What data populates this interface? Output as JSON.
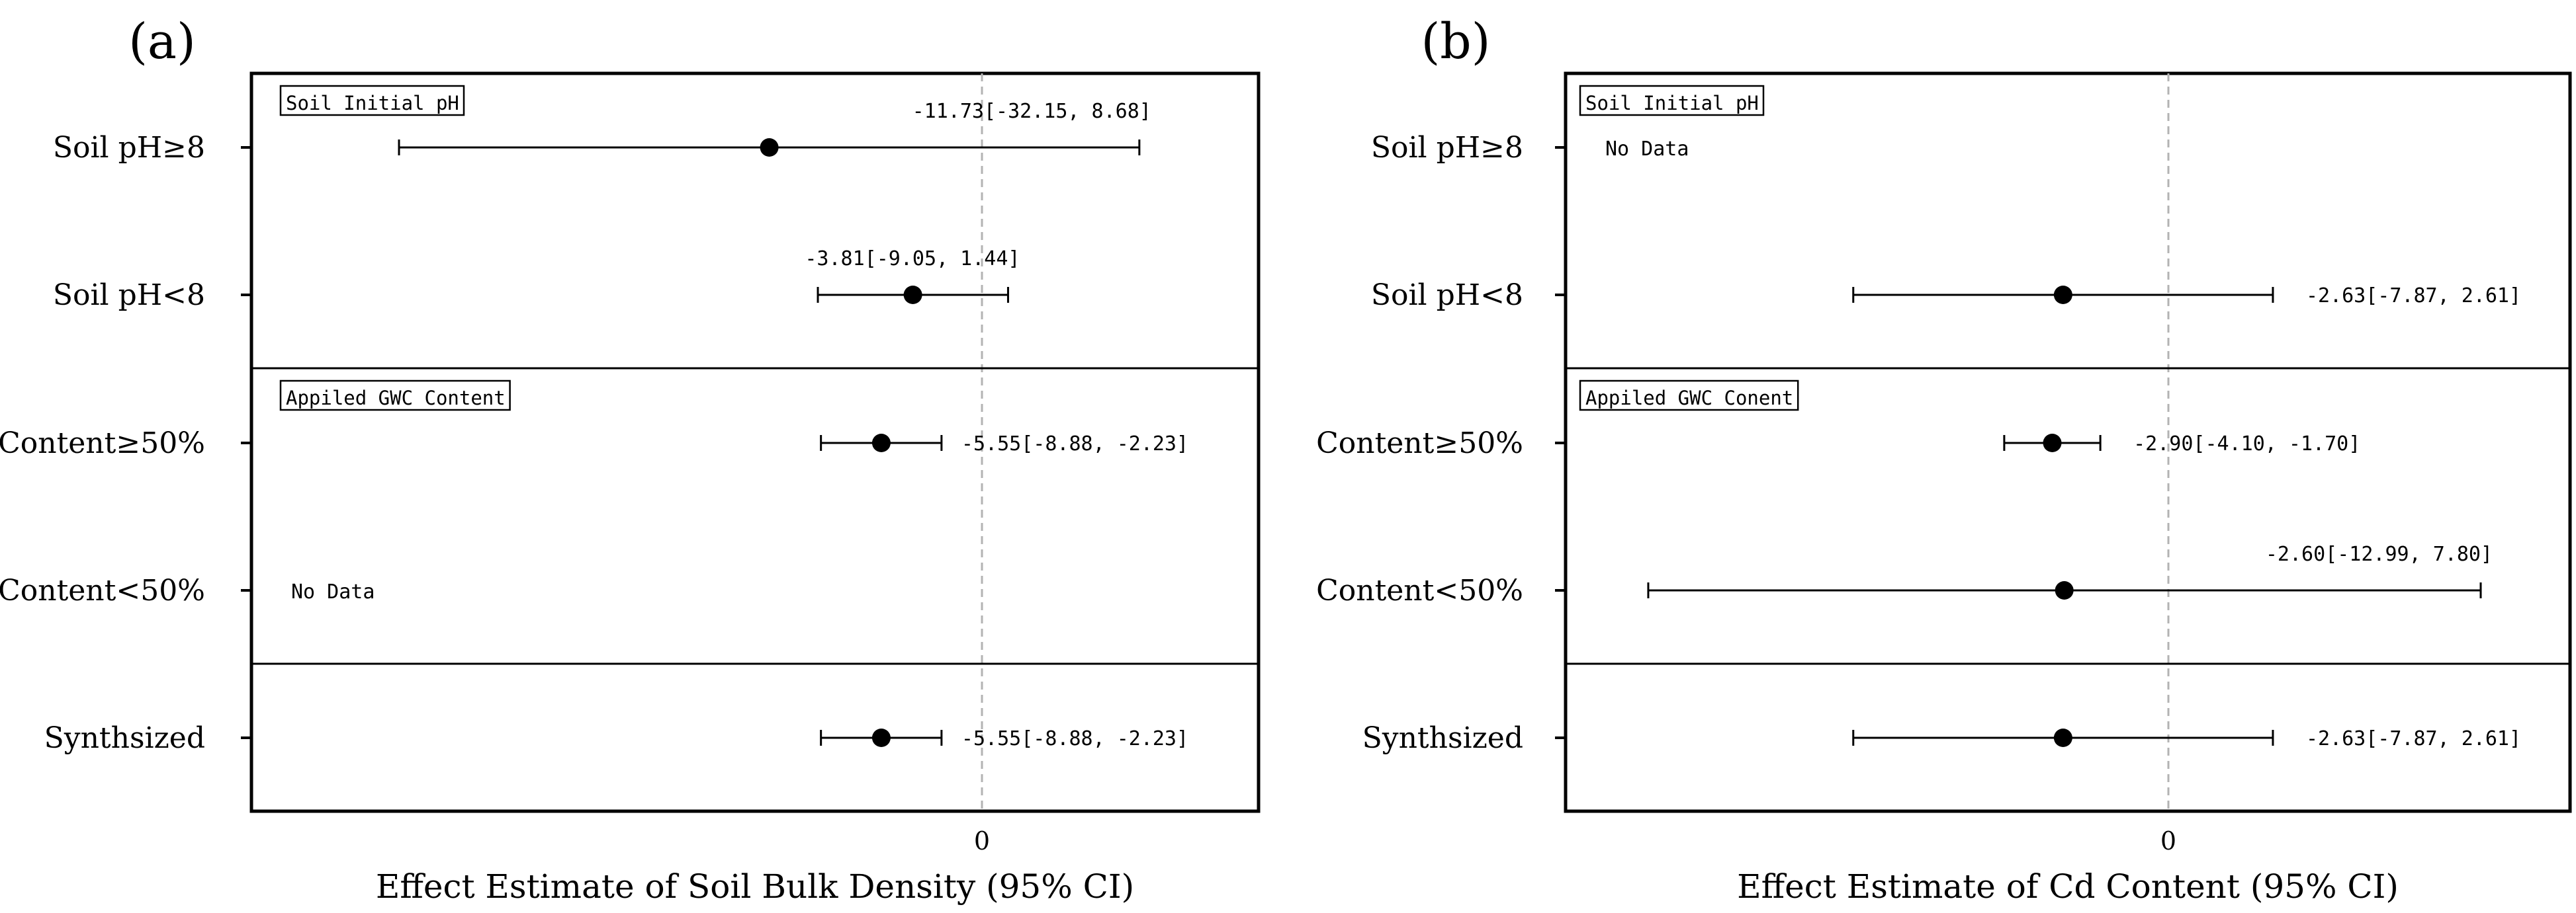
{
  "chart_data": [
    {
      "type": "forest",
      "panel_label": "(a)",
      "xlabel": "Effect Estimate of Soil Bulk Density (95% CI)",
      "zero_tick": "0",
      "xlim": [
        -35,
        13
      ],
      "rows": [
        {
          "label": "Soil pH≥8",
          "estimate": -11.73,
          "ci": [
            -32.15,
            8.68
          ],
          "text": "-11.73[-32.15, 8.68]",
          "text_pos": "above"
        },
        {
          "label": "Soil pH<8",
          "estimate": -3.81,
          "ci": [
            -9.05,
            1.44
          ],
          "text": "-3.81[-9.05, 1.44]",
          "text_pos": "above"
        },
        {
          "label": "Content≥50%",
          "estimate": -5.55,
          "ci": [
            -8.88,
            -2.23
          ],
          "text": "-5.55[-8.88, -2.23]",
          "text_pos": "right"
        },
        {
          "label": "Content<50%",
          "estimate": null,
          "ci": null,
          "text": "No Data",
          "text_pos": "left"
        },
        {
          "label": "Synthsized",
          "estimate": -5.55,
          "ci": [
            -8.88,
            -2.23
          ],
          "text": "-5.55[-8.88, -2.23]",
          "text_pos": "right"
        }
      ],
      "group_labels": [
        "Soil Initial pH",
        "Appiled GWC Content"
      ]
    },
    {
      "type": "forest",
      "panel_label": "(b)",
      "xlabel": "Effect Estimate of Cd Content (95% CI)",
      "zero_tick": "0",
      "xlim": [
        -19,
        13
      ],
      "rows": [
        {
          "label": "Soil pH≥8",
          "estimate": null,
          "ci": null,
          "text": "No Data",
          "text_pos": "left"
        },
        {
          "label": "Soil pH<8",
          "estimate": -2.63,
          "ci": [
            -7.87,
            2.61
          ],
          "text": "-2.63[-7.87, 2.61]",
          "text_pos": "right"
        },
        {
          "label": "Content≥50%",
          "estimate": -2.9,
          "ci": [
            -4.1,
            -1.7
          ],
          "text": "-2.90[-4.10, -1.70]",
          "text_pos": "right"
        },
        {
          "label": "Content<50%",
          "estimate": -2.6,
          "ci": [
            -12.99,
            7.8
          ],
          "text": "-2.60[-12.99, 7.80]",
          "text_pos": "above"
        },
        {
          "label": "Synthsized",
          "estimate": -2.63,
          "ci": [
            -7.87,
            2.61
          ],
          "text": "-2.63[-7.87, 2.61]",
          "text_pos": "right"
        }
      ],
      "group_labels": [
        "Soil Initial pH",
        "Appiled GWC Conent"
      ]
    }
  ]
}
